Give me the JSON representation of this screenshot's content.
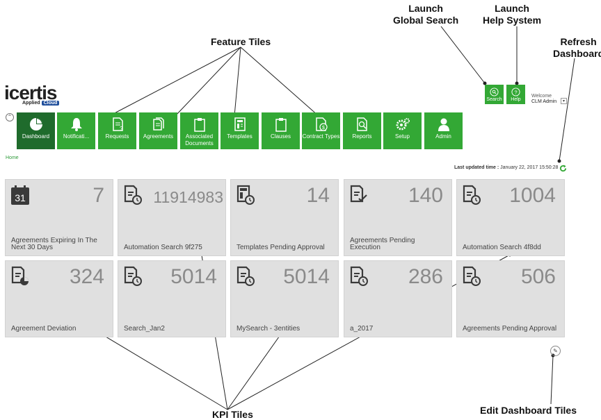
{
  "callouts": {
    "feature_tiles": "Feature Tiles",
    "global_search_l1": "Launch",
    "global_search_l2": "Global Search",
    "help_l1": "Launch",
    "help_l2": "Help System",
    "refresh_l1": "Refresh",
    "refresh_l2": "Dashboard",
    "kpi_tiles": "KPI Tiles",
    "edit_tiles": "Edit Dashboard Tiles"
  },
  "logo": {
    "main": "icertis",
    "sub_a": "Applied",
    "sub_b": "Cloud"
  },
  "nav": [
    {
      "label": "Dashboard",
      "icon": "pie-chart-icon",
      "active": true
    },
    {
      "label": "Notificati...",
      "icon": "bell-icon"
    },
    {
      "label": "Requests",
      "icon": "document-request-icon"
    },
    {
      "label": "Agreements",
      "icon": "documents-icon"
    },
    {
      "label": "Associated Documents",
      "icon": "clipboard-icon"
    },
    {
      "label": "Templates",
      "icon": "template-icon"
    },
    {
      "label": "Clauses",
      "icon": "clipboard-icon"
    },
    {
      "label": "Contract Types",
      "icon": "contract-money-icon"
    },
    {
      "label": "Reports",
      "icon": "report-icon"
    },
    {
      "label": "Setup",
      "icon": "gears-icon"
    },
    {
      "label": "Admin",
      "icon": "user-icon"
    }
  ],
  "header": {
    "search_label": "Search",
    "help_label": "Help",
    "welcome": "Welcome",
    "user": "CLM Admin",
    "caret": "▾"
  },
  "breadcrumb": "Home",
  "last_updated_label": "Last updated time :",
  "last_updated_value": "January 22, 2017 15:50:28",
  "kpis": [
    {
      "value": "7",
      "title": "Agreements Expiring In The Next 30 Days",
      "icon": "calendar-icon"
    },
    {
      "value": "11914983",
      "title": "Automation Search 9f275",
      "icon": "doc-clock-icon"
    },
    {
      "value": "14",
      "title": "Templates Pending Approval",
      "icon": "template-clock-icon"
    },
    {
      "value": "140",
      "title": "Agreements Pending Execution",
      "icon": "doc-check-icon"
    },
    {
      "value": "1004",
      "title": "Automation Search 4f8dd",
      "icon": "doc-clock-icon"
    },
    {
      "value": "324",
      "title": "Agreement Deviation",
      "icon": "doc-pie-icon"
    },
    {
      "value": "5014",
      "title": "Search_Jan2",
      "icon": "doc-clock-icon"
    },
    {
      "value": "5014",
      "title": "MySearch - 3entities",
      "icon": "doc-clock-icon"
    },
    {
      "value": "286",
      "title": "a_2017",
      "icon": "doc-clock-icon"
    },
    {
      "value": "506",
      "title": "Agreements Pending Approval",
      "icon": "doc-clock-icon"
    }
  ],
  "colors": {
    "nav_green": "#33a835",
    "nav_active": "#1f6b2c",
    "tile_gray": "#e0e0e0",
    "value_gray": "#8a8a8a"
  }
}
